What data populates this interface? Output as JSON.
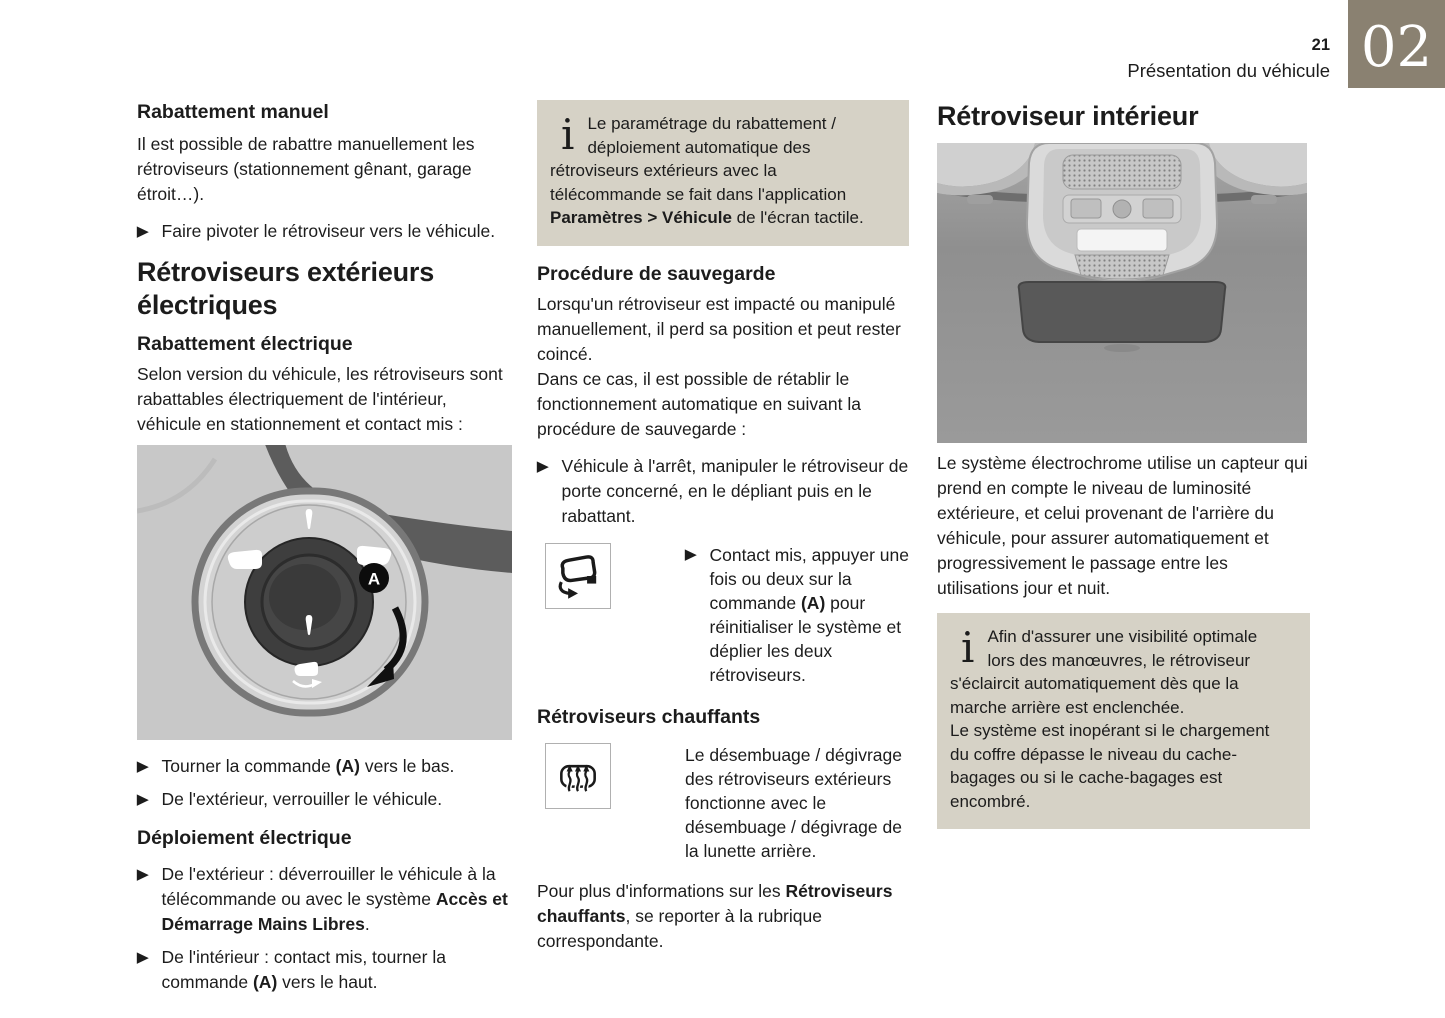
{
  "page": {
    "number": "21",
    "chapter_title": "Présentation du véhicule",
    "chapter_number": "02",
    "colors": {
      "accent": "#8a8171",
      "note_bg": "#d6d2c6",
      "text": "#1c1c1c"
    }
  },
  "icons": {
    "bullet": "▶",
    "info": "i"
  },
  "col1": {
    "manual": {
      "title": "Rabattement manuel",
      "body": "Il est possible de rabattre manuellement les rétroviseurs (stationnement gênant, garage étroit…).",
      "bullet1": "Faire pivoter le rétroviseur vers le véhicule."
    },
    "electric": {
      "title": "Rétroviseurs extérieurs électriques",
      "fold_subtitle": "Rabattement électrique",
      "fold_body": "Selon version du véhicule, les rétroviseurs sont rabattables électriquement de l'intérieur, véhicule en stationnement et contact mis :",
      "knob_label": "A",
      "bullet1": [
        "Tourner la commande ",
        "(A)",
        " vers le bas."
      ],
      "bullet2": "De l'extérieur, verrouiller le véhicule.",
      "deploy_subtitle": "Déploiement électrique",
      "bullet3": [
        "De l'extérieur : déverrouiller le véhicule à la télécommande ou avec le système ",
        "Accès et Démarrage Mains Libres",
        "."
      ],
      "bullet4": [
        "De l'intérieur : contact mis, tourner la commande ",
        "(A)",
        " vers le haut."
      ]
    }
  },
  "col2": {
    "note1": [
      "Le paramétrage du rabattement / déploiement automatique des rétroviseurs extérieurs avec la télécommande se fait dans l'application ",
      "Paramètres > Véhicule",
      " de l'écran tactile."
    ],
    "backup": {
      "title": "Procédure de sauvegarde",
      "body1": "Lorsqu'un rétroviseur est impacté ou manipulé manuellement, il perd sa position et peut rester coincé.",
      "body2": "Dans ce cas, il est possible de rétablir le fonctionnement automatique en suivant la procédure de sauvegarde :",
      "bullet1": "Véhicule à l'arrêt, manipuler le rétroviseur de porte concerné, en le dépliant puis en le rabattant.",
      "bullet2": [
        "Contact mis, appuyer une fois ou deux sur la commande ",
        "(A)",
        " pour réinitialiser le système et déplier les deux rétroviseurs."
      ]
    },
    "heated": {
      "title": "Rétroviseurs chauffants",
      "body": "Le désembuage / dégivrage des rétroviseurs extérieurs fonctionne avec le désembuage / dégivrage de la lunette arrière.",
      "more": [
        "Pour plus d'informations sur les ",
        "Rétroviseurs chauffants",
        ", se reporter à la rubrique correspondante."
      ]
    }
  },
  "col3": {
    "interior": {
      "title": "Rétroviseur intérieur",
      "body": "Le système électrochrome utilise un capteur qui prend en compte le niveau de luminosité extérieure, et celui provenant de l'arrière du véhicule, pour assurer automatiquement et progressivement le passage entre les utilisations jour et nuit.",
      "note_l1": "Afin d'assurer une visibilité optimale lors des manœuvres, le rétroviseur s'éclaircit automatiquement dès que la marche arrière est enclenchée.",
      "note_l2": "Le système est inopérant si le chargement du coffre dépasse le niveau du cache-bagages ou si le cache-bagages est encombré."
    }
  }
}
